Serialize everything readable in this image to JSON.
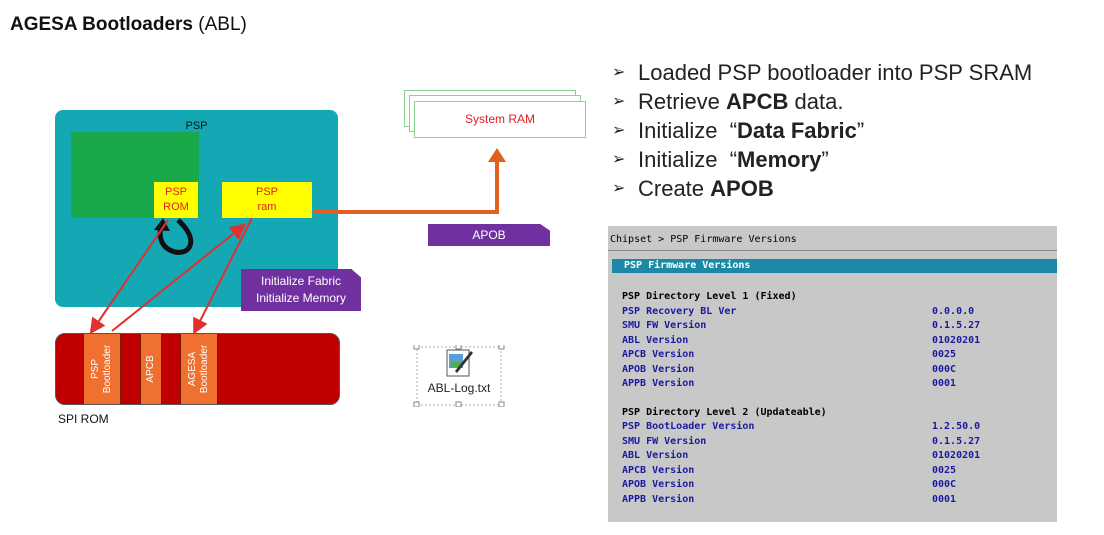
{
  "title": {
    "bold": "AGESA Bootloaders",
    "normal": " (ABL)"
  },
  "diagram": {
    "psp_label": "PSP",
    "psp_rom": [
      "PSP",
      "ROM"
    ],
    "psp_ram": [
      "PSP",
      "ram"
    ],
    "system_ram": "System RAM",
    "apob": "APOB",
    "init_box": [
      "Initialize Fabric",
      "Initialize Memory"
    ],
    "spi_segments": [
      [
        "PSP",
        "Bootloader"
      ],
      [
        "APCB"
      ],
      [
        "AGESA",
        "Bootloader"
      ]
    ],
    "spi_rom_label": "SPI ROM",
    "file_label": "ABL-Log.txt"
  },
  "bullets": [
    {
      "parts": [
        {
          "t": "Loaded PSP bootloader into PSP SRAM",
          "b": false
        }
      ]
    },
    {
      "parts": [
        {
          "t": "Retrieve ",
          "b": false
        },
        {
          "t": "APCB",
          "b": true
        },
        {
          "t": " data.",
          "b": false
        }
      ]
    },
    {
      "parts": [
        {
          "t": "Initialize  “",
          "b": false
        },
        {
          "t": "Data Fabric",
          "b": true
        },
        {
          "t": "”",
          "b": false
        }
      ]
    },
    {
      "parts": [
        {
          "t": "Initialize  “",
          "b": false
        },
        {
          "t": "Memory",
          "b": true
        },
        {
          "t": "”",
          "b": false
        }
      ]
    },
    {
      "parts": [
        {
          "t": "Create ",
          "b": false
        },
        {
          "t": "APOB",
          "b": true
        }
      ]
    }
  ],
  "bullet_marker": "➢",
  "firmware": {
    "breadcrumb": "Chipset > PSP Firmware Versions",
    "bar": "PSP Firmware Versions",
    "sections": [
      {
        "heading": "PSP Directory Level 1 (Fixed)",
        "rows": [
          [
            "PSP Recovery BL Ver",
            "0.0.0.0"
          ],
          [
            "SMU FW Version",
            "0.1.5.27"
          ],
          [
            "ABL Version",
            "01020201"
          ],
          [
            "APCB Version",
            "0025"
          ],
          [
            "APOB Version",
            "000C"
          ],
          [
            "APPB Version",
            "0001"
          ]
        ]
      },
      {
        "heading": "PSP Directory Level 2 (Updateable)",
        "rows": [
          [
            "PSP BootLoader Version",
            "1.2.50.0"
          ],
          [
            "SMU FW Version",
            "0.1.5.27"
          ],
          [
            "ABL Version",
            "01020201"
          ],
          [
            "APCB Version",
            "0025"
          ],
          [
            "APOB Version",
            "000C"
          ],
          [
            "APPB Version",
            "0001"
          ]
        ]
      }
    ]
  },
  "colors": {
    "psp_teal": "#13a8b4",
    "green": "#19a84a",
    "yellow": "#ffff00",
    "spi_red": "#c00000",
    "segment_orange": "#f07030",
    "purple": "#7030a0",
    "arrow_red": "#e03030",
    "arrow_orange": "#e06020"
  }
}
